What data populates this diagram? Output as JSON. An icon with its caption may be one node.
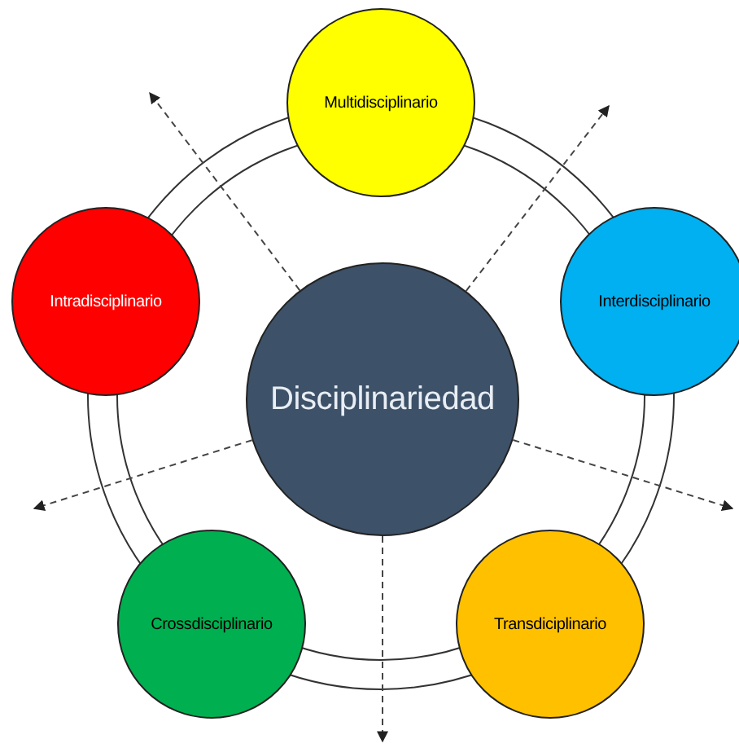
{
  "diagram": {
    "nodes": [
      {
        "text": [
          "Multidisciplinario"
        ]
      },
      {
        "text": [
          "Intradisciplinario"
        ]
      },
      {
        "text": [
          "Interdisciplinario"
        ]
      },
      {
        "text": [
          "Disciplinariedad"
        ]
      },
      {
        "text": [
          "Crossdisciplinario"
        ]
      },
      {
        "text": [
          "Transdiciplinario"
        ]
      }
    ],
    "edges": [
      {
        "from": 3,
        "to": null,
        "arrow": "to",
        "style": "dashed"
      },
      {
        "from": 3,
        "to": null,
        "arrow": "to",
        "style": "dashed"
      },
      {
        "from": 3,
        "to": null,
        "arrow": "to",
        "style": "dashed"
      },
      {
        "from": 3,
        "to": null,
        "arrow": "to",
        "style": "dashed"
      },
      {
        "from": 3,
        "to": null,
        "arrow": "to",
        "style": "dashed"
      }
    ]
  }
}
